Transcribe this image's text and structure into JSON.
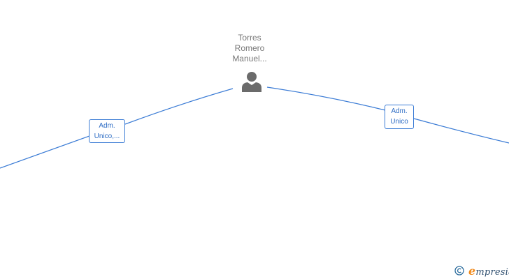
{
  "person": {
    "name_line1": "Torres",
    "name_line2": "Romero",
    "name_line3": "Manuel...",
    "icon": "person-silhouette-icon"
  },
  "roles": {
    "left": {
      "line1": "Adm.",
      "line2": "Unico,..."
    },
    "right": {
      "line1": "Adm.",
      "line2": "Unico"
    }
  },
  "brand": {
    "copyright_symbol": "©",
    "initial": "e",
    "rest": "mpresia",
    "icon": "copyright-icon"
  },
  "colors": {
    "edge": "#3a7bd5",
    "node_text": "#777777",
    "role_text": "#2d6cc4",
    "person_icon": "#6b6b6b",
    "brand_accent": "#f08a1c"
  }
}
